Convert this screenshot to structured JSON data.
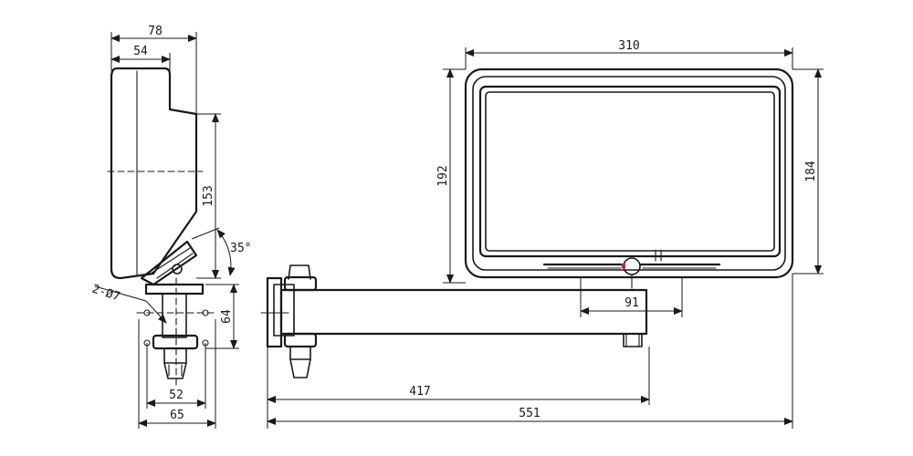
{
  "dimensions": {
    "side_depth_total": "78",
    "side_depth_inner": "54",
    "side_height": "153",
    "tilt_angle": "35°",
    "holes": "2-Ø7",
    "bracket_height": "64",
    "base_inner": "52",
    "base_outer": "65",
    "front_width": "310",
    "front_height_left": "192",
    "front_height_right": "184",
    "arm_offset": "91",
    "arm_reach": "417",
    "arm_total": "551"
  },
  "colors": {
    "line": "#1a1a1a",
    "indicator": "#d62020"
  }
}
